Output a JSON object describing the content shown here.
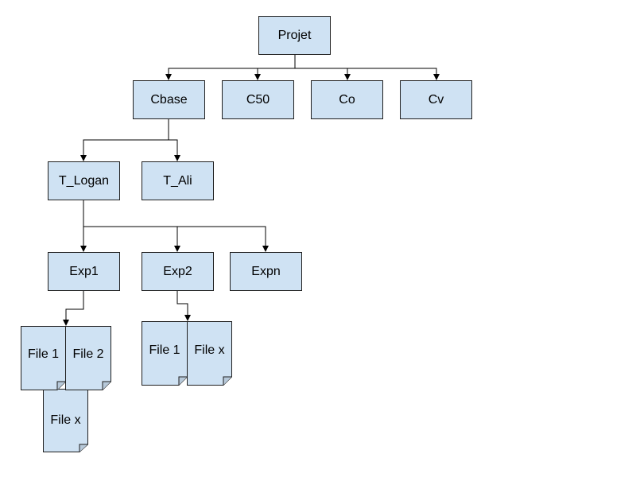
{
  "colors": {
    "fill": "#cfe2f3",
    "stroke": "#1f1f1f",
    "background": "#ffffff"
  },
  "tree": {
    "root": "Projet",
    "level1": [
      "Cbase",
      "C50",
      "Co",
      "Cv"
    ],
    "cbase_children": [
      "T_Logan",
      "T_Ali"
    ],
    "t_logan_children": [
      "Exp1",
      "Exp2",
      "Expn"
    ],
    "exp1_files": [
      "File 1",
      "File 2",
      "File x"
    ],
    "exp2_files": [
      "File 1",
      "File x"
    ]
  }
}
